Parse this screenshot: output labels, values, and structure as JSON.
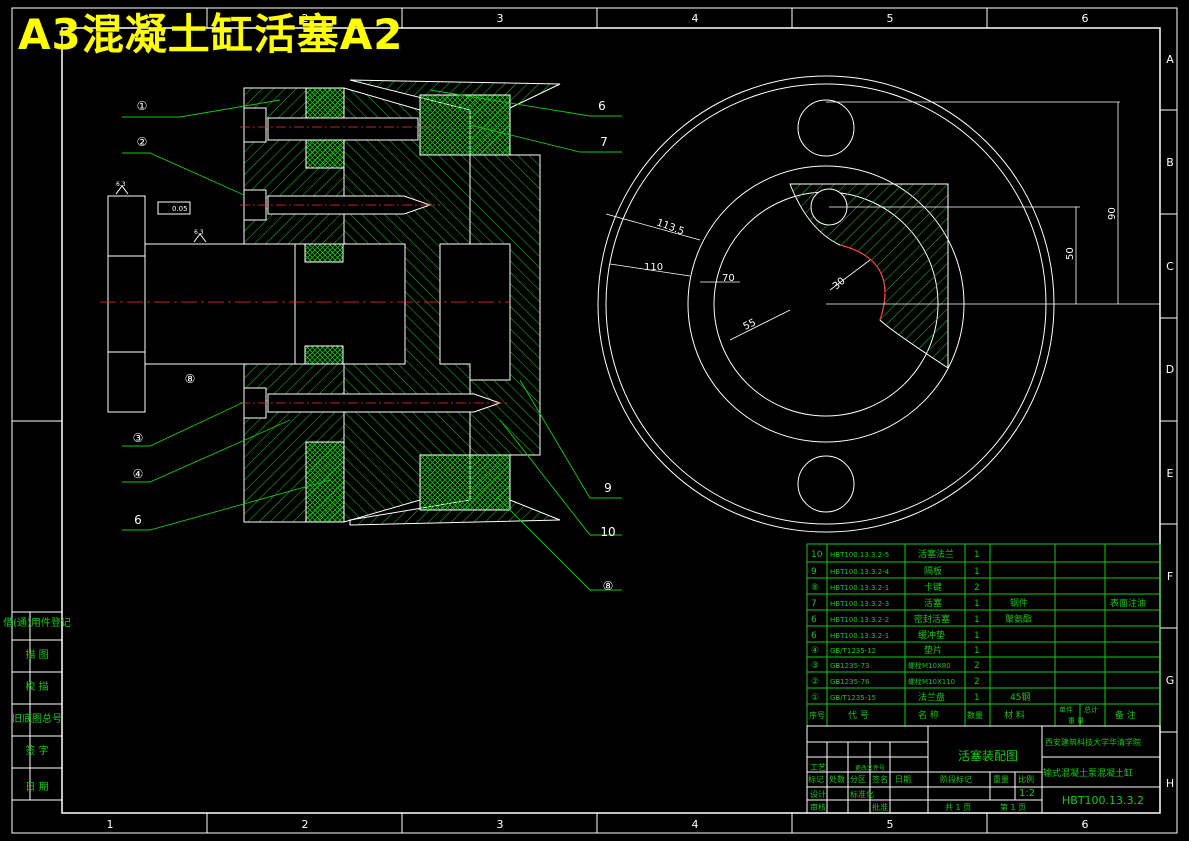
{
  "banner": "A3混凝土缸活塞A2",
  "frame": {
    "col_labels": [
      "1",
      "2",
      "3",
      "4",
      "5",
      "6"
    ],
    "row_labels": [
      "A",
      "B",
      "C",
      "D",
      "E",
      "F",
      "G",
      "H"
    ]
  },
  "balloons_left": [
    "①",
    "②",
    "③",
    "④",
    "6"
  ],
  "balloons_right": [
    "6",
    "7",
    "9",
    "10",
    "⑧"
  ],
  "balloon_bottom_center": "⑧",
  "dimensions": {
    "d1": "113.5",
    "d2": "110",
    "d3": "70",
    "d4": "55",
    "r": "30",
    "v50": "50",
    "v90": "90"
  },
  "surface_marks": {
    "m1": "6.3",
    "m2": "6.3",
    "tol": "0.05"
  },
  "side_panel": [
    "借(通)用件登记",
    "描  图",
    "校  描",
    "旧底图总号",
    "签  字",
    "日  期"
  ],
  "bom": {
    "rows": [
      {
        "no": "10",
        "code": "HBT100.13.3.2-5",
        "name": "活塞法兰",
        "qty": "1",
        "mat": "",
        "note": ""
      },
      {
        "no": "9",
        "code": "HBT100.13.3.2-4",
        "name": "隔板",
        "qty": "1",
        "mat": "",
        "note": ""
      },
      {
        "no": "⑧",
        "code": "HBT100.13.3.2-1",
        "name": "卡键",
        "qty": "2",
        "mat": "",
        "note": ""
      },
      {
        "no": "7",
        "code": "HBT100.13.3.2-3",
        "name": "活塞",
        "qty": "1",
        "mat": "钢件",
        "note": "表面注油"
      },
      {
        "no": "6",
        "code": "HBT100.13.3.2-2",
        "name": "密封活塞",
        "qty": "1",
        "mat": "聚氨酯",
        "note": ""
      },
      {
        "no": "6",
        "code": "HBT100.13.3.2-1",
        "name": "缓冲垫",
        "qty": "1",
        "mat": "",
        "note": ""
      },
      {
        "no": "④",
        "code": "GB/T1235-12",
        "name": "垫片",
        "qty": "1",
        "mat": "",
        "note": ""
      },
      {
        "no": "③",
        "code": "GB1235-73",
        "name": "螺栓M10X80",
        "qty": "2",
        "mat": "",
        "note": ""
      },
      {
        "no": "②",
        "code": "GB1235-76",
        "name": "螺栓M10X110",
        "qty": "2",
        "mat": "",
        "note": ""
      },
      {
        "no": "①",
        "code": "GB/T1235-15",
        "name": "法兰盘",
        "qty": "1",
        "mat": "45钢",
        "note": ""
      }
    ],
    "header": {
      "no": "序号",
      "code": "代  号",
      "name": "名  称",
      "qty": "数量",
      "mat": "材  料",
      "w1": "单件",
      "w2": "总计",
      "weight": "重 量",
      "note": "备  注"
    }
  },
  "title_block": {
    "drawing_name": "活塞装配图",
    "school": "西安建筑科技大学华清学院",
    "product": "输式混凝土泵混凝土缸",
    "drawing_no": "HBT100.13.3.2",
    "scale": "1:2",
    "sheet_total": "共 1 页",
    "sheet_no": "第 1 页",
    "scale_label": "比例",
    "weight_label": "重量",
    "stage_label": "阶段标记",
    "h_design": "设计",
    "h_check": "审核",
    "h_process": "工艺",
    "h_std": "标准化",
    "h_approve": "批准",
    "h_mark": "标记",
    "h_count": "处数",
    "h_zone": "分区",
    "h_change": "更改文件号",
    "h_sign": "签名",
    "h_date": "日期"
  }
}
